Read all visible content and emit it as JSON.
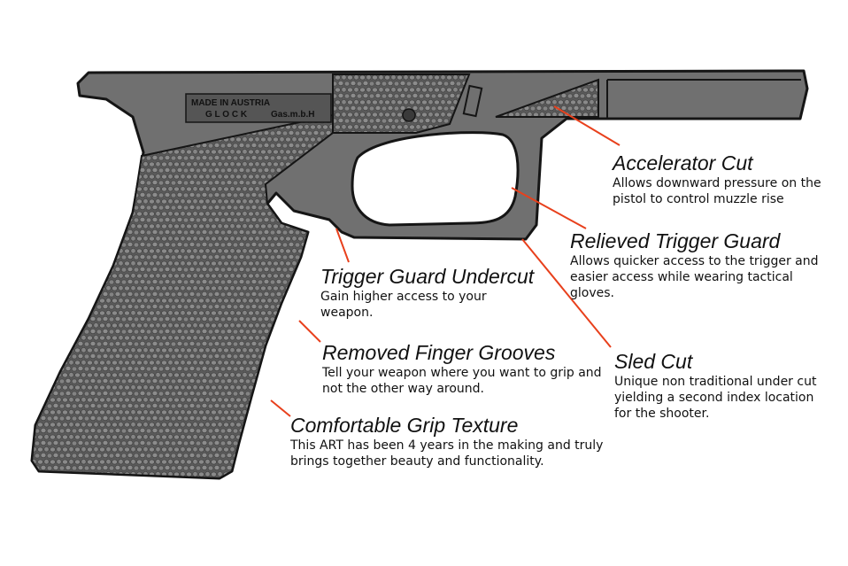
{
  "stamp": {
    "line1": "MADE IN AUSTRIA",
    "line2": "G L O C K",
    "line3": "Gas.m.b.H"
  },
  "callouts": [
    {
      "id": "accelerator-cut",
      "title": "Accelerator Cut",
      "desc": "Allows downward pressure on the pistol to control muzzle rise"
    },
    {
      "id": "relieved-trigger-guard",
      "title": "Relieved Trigger Guard",
      "desc": "Allows quicker access to the trigger and easier access while wearing tactical gloves."
    },
    {
      "id": "trigger-guard-undercut",
      "title": "Trigger Guard Undercut",
      "desc": "Gain higher access to your weapon."
    },
    {
      "id": "removed-finger-grooves",
      "title": "Removed Finger Grooves",
      "desc": "Tell your weapon where you want to grip and not the other way around."
    },
    {
      "id": "sled-cut",
      "title": "Sled Cut",
      "desc": "Unique non traditional under cut yielding a second index location for the shooter."
    },
    {
      "id": "comfortable-grip-texture",
      "title": "Comfortable Grip Texture",
      "desc": "This ART has been 4 years in the making and truly brings together beauty and functionality."
    }
  ],
  "colors": {
    "frame": "#6f6f6f",
    "texture": "#5e5e5e",
    "outline": "#151515",
    "leader": "#e8401c",
    "stamp_bg": "#555555"
  }
}
